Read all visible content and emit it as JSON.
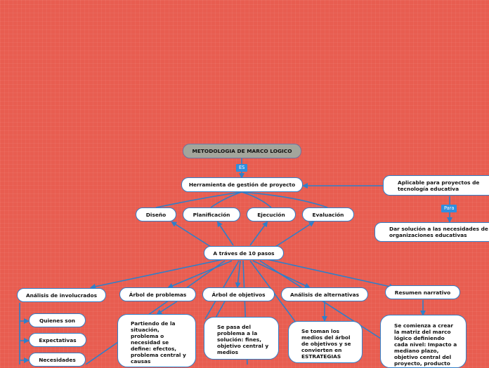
{
  "nodes": {
    "root": "METODOLOGIA DE MARCO LOGICO",
    "herramienta": "Herramienta de gestión de proyecto",
    "aplicable": "Aplicable para proyectos de tecnología educativa",
    "dar_solucion": "Dar solución a las necesidades de las organizaciones educativas",
    "diseno": "Diseño",
    "planificacion": "Planificación",
    "ejecucion": "Ejecución",
    "evaluacion": "Evaluación",
    "pasos": "A tráves de 10 pasos",
    "involucrados": "Análisis de involucrados",
    "arbol_problemas": "Árbol de problemas",
    "arbol_objetivos": "Árbol de objetivos",
    "alternativas": "Análisis de alternativas",
    "resumen": "Resumen narrativo",
    "quienes": "Quienes son",
    "expectativas": "Expectativas",
    "necesidades": "Necesidades",
    "partiendo": "Partiendo de la situación, problema o necesidad se define: efectos, problema central y causas",
    "se_pasa": "Se pasa del problema a la solución: fines, objetivo central y medios",
    "se_toman": "Se toman los medios del árbol de objetivos y se convierten en ESTRATEGIAS",
    "se_comienza": "Se comienza a crear la matriz del marco lógico definiendo cada nivel: Impacto a mediano plazo, objetivo central del proyecto, producto"
  },
  "tags": {
    "es": "ES",
    "para": "Para"
  },
  "colors": {
    "background": "#e85d50",
    "connector": "#2f7fc9",
    "tag": "#2f8fe0",
    "root_fill": "#a3a59c"
  }
}
